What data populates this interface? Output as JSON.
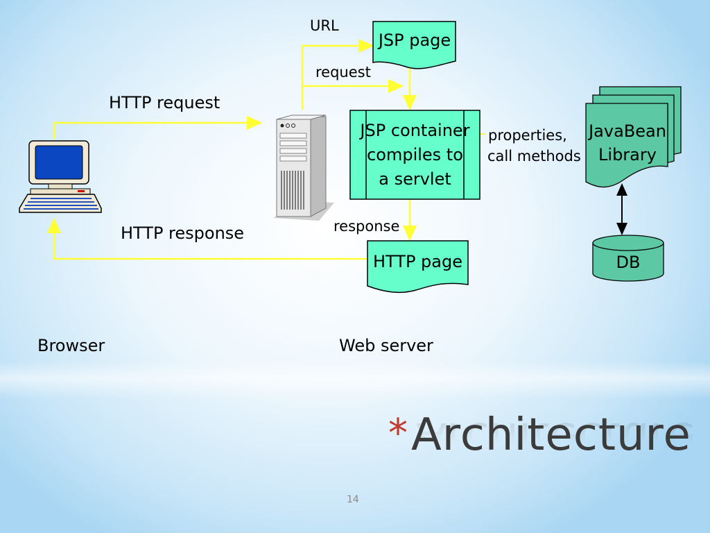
{
  "slide": {
    "title_marker": "*",
    "title": "Architecture",
    "page_number": "14"
  },
  "labels": {
    "url": "URL",
    "request": "request",
    "http_request": "HTTP request",
    "http_response": "HTTP response",
    "response": "response",
    "browser": "Browser",
    "web_server": "Web server",
    "properties_line1": "properties,",
    "properties_line2": "call methods"
  },
  "boxes": {
    "jsp_page": "JSP page",
    "jsp_container_line1": "JSP container",
    "jsp_container_line2": "compiles to",
    "jsp_container_line3": "a servlet",
    "http_page": "HTTP page",
    "javabean_line1": "JavaBean",
    "javabean_line2": "Library",
    "db": "DB"
  },
  "colors": {
    "box_fill": "#66ffcc",
    "javabean_fill": "#5cc8a4",
    "connector": "#ffff33",
    "title_marker": "#c0392b"
  },
  "icons": [
    "desktop-computer-icon",
    "server-tower-icon"
  ]
}
